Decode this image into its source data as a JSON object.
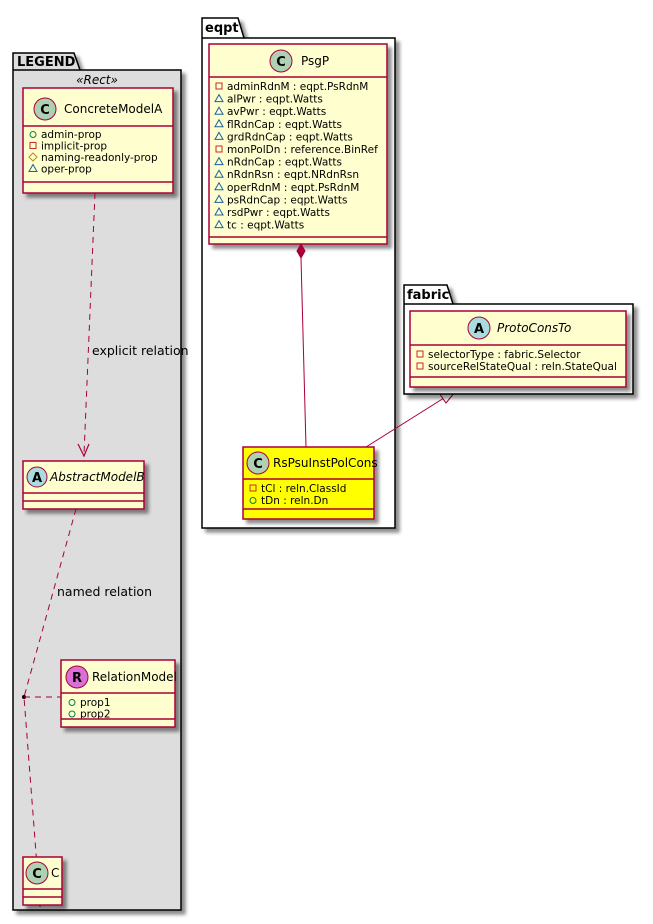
{
  "colors": {
    "class_fill": "#FEFECE",
    "highlight_fill": "#FFFF00",
    "border": "#A80036",
    "package_gray": "#DDDDDD",
    "class_circle": "#ADD1B2",
    "abstract_circle": "#A9DCDF",
    "relation_circle": "#DA70D6",
    "public_vis": "#038048",
    "private_vis": "#C82930",
    "protected_vis": "#B38D22",
    "package_vis": "#1963A0"
  },
  "packages": {
    "legend": {
      "label": "LEGEND",
      "stereotype": "«Rect»",
      "classes": {
        "concrete": {
          "kind": "C",
          "name": "ConcreteModelA",
          "attributes": [
            {
              "vis": "public",
              "text": "admin-prop"
            },
            {
              "vis": "private",
              "text": "implicit-prop"
            },
            {
              "vis": "protected",
              "text": "naming-readonly-prop"
            },
            {
              "vis": "package",
              "text": "oper-prop"
            }
          ]
        },
        "abstract": {
          "kind": "A",
          "name": "AbstractModelB",
          "attributes": []
        },
        "relation": {
          "kind": "R",
          "name": "RelationModel",
          "attributes": [
            {
              "vis": "public",
              "text": "prop1"
            },
            {
              "vis": "public",
              "text": "prop2"
            }
          ]
        },
        "c": {
          "kind": "C",
          "name": "C",
          "attributes": []
        }
      },
      "relations": {
        "explicit": "explicit relation",
        "named": "named relation"
      }
    },
    "eqpt": {
      "label": "eqpt",
      "classes": {
        "psgp": {
          "kind": "C",
          "name": "PsgP",
          "attributes": [
            {
              "vis": "private",
              "text": "adminRdnM : eqpt.PsRdnM"
            },
            {
              "vis": "package",
              "text": "alPwr : eqpt.Watts"
            },
            {
              "vis": "package",
              "text": "avPwr : eqpt.Watts"
            },
            {
              "vis": "package",
              "text": "flRdnCap : eqpt.Watts"
            },
            {
              "vis": "package",
              "text": "grdRdnCap : eqpt.Watts"
            },
            {
              "vis": "private",
              "text": "monPolDn : reference.BinRef"
            },
            {
              "vis": "package",
              "text": "nRdnCap : eqpt.Watts"
            },
            {
              "vis": "package",
              "text": "nRdnRsn : eqpt.NRdnRsn"
            },
            {
              "vis": "package",
              "text": "operRdnM : eqpt.PsRdnM"
            },
            {
              "vis": "package",
              "text": "psRdnCap : eqpt.Watts"
            },
            {
              "vis": "package",
              "text": "rsdPwr : eqpt.Watts"
            },
            {
              "vis": "package",
              "text": "tc : eqpt.Watts"
            }
          ]
        },
        "rspsu": {
          "kind": "C",
          "name": "RsPsuInstPolCons",
          "attributes": [
            {
              "vis": "private",
              "text": "tCl : reln.ClassId"
            },
            {
              "vis": "public",
              "text": "tDn : reln.Dn"
            }
          ]
        }
      }
    },
    "fabric": {
      "label": "fabric",
      "classes": {
        "protocons": {
          "kind": "A",
          "name": "ProtoConsTo",
          "attributes": [
            {
              "vis": "private",
              "text": "selectorType : fabric.Selector"
            },
            {
              "vis": "private",
              "text": "sourceRelStateQual : reln.StateQual"
            }
          ]
        }
      }
    }
  }
}
